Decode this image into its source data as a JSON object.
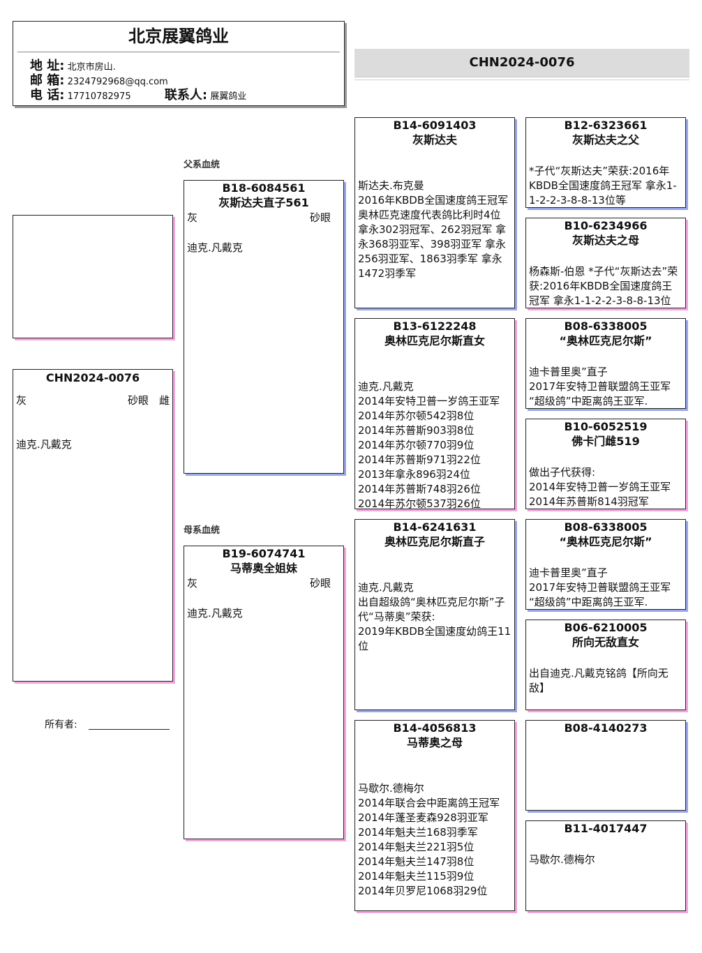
{
  "header": {
    "title": "北京展翼鸽业",
    "address_label": "地 址:",
    "address": "北京市房山.",
    "email_label": "邮 箱:",
    "email": "2324792968@qq.com",
    "phone_label": "电 话:",
    "phone": "17710782975",
    "contact_label": "联系人:",
    "contact": "展翼鸽业"
  },
  "top_ring": "CHN2024-0076",
  "subject": {
    "ring": "CHN2024-0076",
    "color": "灰",
    "eye": "砂眼",
    "sex": "雌",
    "desc": "迪克.凡戴克"
  },
  "owner_label": "所有者:",
  "sections": {
    "sire": "父系血统",
    "dam": "母系血统"
  },
  "sire": {
    "ring": "B18-6084561",
    "name": "灰斯达夫直子561",
    "color": "灰",
    "eye": "砂眼",
    "desc": "迪克.凡戴克"
  },
  "dam": {
    "ring": "B19-6074741",
    "name": "马蒂奥全姐妹",
    "color": "灰",
    "eye": "砂眼",
    "desc": "迪克.凡戴克"
  },
  "gp": {
    "ss": {
      "ring": "B14-6091403",
      "name": "灰斯达夫",
      "desc": "斯达夫.布克曼\n2016年KBDB全国速度鸽王冠军\n奥林匹克速度代表鸽比利时4位 拿永302羽冠军、262羽冠军 拿永368羽亚军、398羽亚军 拿永256羽亚军、1863羽季军 拿永1472羽季军"
    },
    "sd": {
      "ring": "B13-6122248",
      "name": "奥林匹克尼尔斯直女",
      "desc": "迪克.凡戴克\n2014年安特卫普一岁鸽王亚军\n2014年苏尔顿542羽8位\n2014年苏普斯903羽8位\n2014年苏尔顿770羽9位\n2014年苏普斯971羽22位\n2013年拿永896羽24位\n2014年苏普斯748羽26位\n2014年苏尔顿537羽26位"
    },
    "ds": {
      "ring": "B14-6241631",
      "name": "奥林匹克尼尔斯直子",
      "desc": "迪克.凡戴克\n出自超级鸽“奥林匹克尼尔斯”子代“马蒂奥”荣获:\n2019年KBDB全国速度幼鸽王11位"
    },
    "dd": {
      "ring": "B14-4056813",
      "name": "马蒂奥之母",
      "desc": "马歇尔.德梅尔\n2014年联合会中距离鸽王冠军\n2014年蓬圣麦森928羽亚军\n2014年魁夫兰168羽季军\n2014年魁夫兰221羽5位\n2014年魁夫兰147羽8位\n2014年魁夫兰115羽9位\n2014年贝罗尼1068羽29位"
    }
  },
  "ggp": {
    "sss": {
      "ring": "B12-6323661",
      "name": "灰斯达夫之父",
      "desc": " *子代“灰斯达夫”荣获:2016年KBDB全国速度鸽王冠军 拿永1-1-2-2-3-8-8-13位等"
    },
    "ssd": {
      "ring": "B10-6234966",
      "name": "灰斯达夫之母",
      "desc": "杨森斯-伯恩 *子代“灰斯达去”荣获:2016年KBDB全国速度鸽王冠军 拿永1-1-2-2-3-8-8-13位"
    },
    "sds": {
      "ring": "B08-6338005",
      "name": "“奥林匹克尼尔斯”",
      "desc": "迪卡普里奥”直子\n2017年安特卫普联盟鸽王亚军\n“超级鸽”中距离鸽王亚军."
    },
    "sdd": {
      "ring": "B10-6052519",
      "name": "佛卡门雌519",
      "desc": "做出子代获得:\n2014年安特卫普一岁鸽王亚军\n2014年苏普斯814羽冠军"
    },
    "dss": {
      "ring": "B08-6338005",
      "name": "“奥林匹克尼尔斯”",
      "desc": "迪卡普里奥”直子\n2017年安特卫普联盟鸽王亚军\n“超级鸽”中距离鸽王亚军."
    },
    "dsd": {
      "ring": "B06-6210005",
      "name": "所向无敌直女",
      "desc": "出自迪克.凡戴克铭鸽【所向无敌】"
    },
    "dds": {
      "ring": "B08-4140273",
      "name": "",
      "desc": ""
    },
    "ddd": {
      "ring": "B11-4017447",
      "name": "",
      "desc": "马歇尔.德梅尔"
    }
  }
}
